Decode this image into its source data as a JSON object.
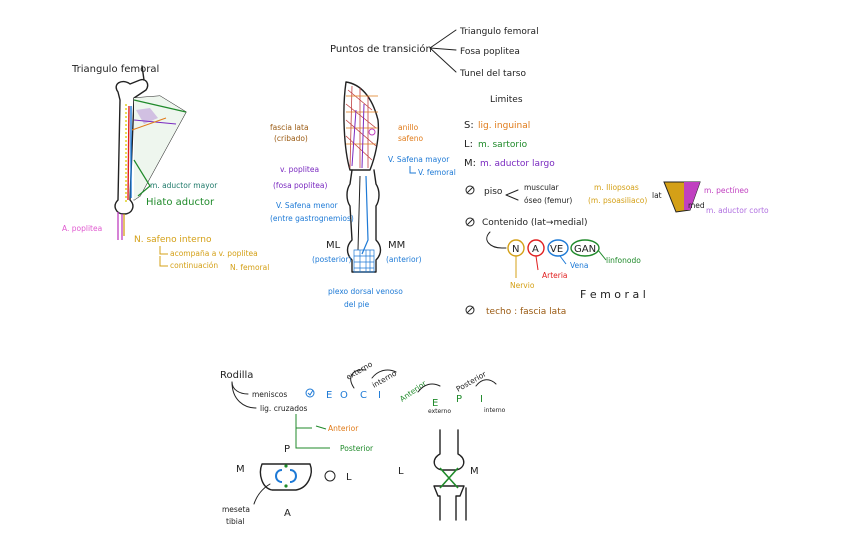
{
  "colors": {
    "ink": "#222222",
    "orange": "#e07b1a",
    "brown": "#9a5a12",
    "green": "#1f8a2a",
    "teal": "#1f7a6a",
    "purple": "#7a2ac0",
    "blue": "#1e7ad6",
    "red": "#e02020",
    "yellow": "#d4a017",
    "pink": "#e05ad0",
    "magenta": "#c040c0",
    "violet": "#b070e0"
  },
  "femoral": {
    "title": "Triangulo femoral",
    "aductor_mayor": "m. aductor mayor",
    "hiato": "Hiato aductor",
    "a_poplitea": "A. poplitea",
    "n_safeno": "N. safeno interno",
    "acompana": "acompaña a v. poplitea",
    "continuacion": "continuación",
    "n_femoral": "N. femoral"
  },
  "leg": {
    "fascia_lata": "fascia lata",
    "cribado": "(cribado)",
    "anillo": "anillo",
    "safeno": "safeno",
    "v_poplitea": "v. poplitea",
    "fosa": "(fosa poplitea)",
    "v_safena_mayor": "V. Safena mayor",
    "v_femoral": "V. femoral",
    "v_safena_menor": "V. Safena menor",
    "entre_gastro": "(entre gastrognemios)",
    "ml": "ML",
    "posterior": "(posterior)",
    "mm": "MM",
    "anterior": "(anterior)",
    "plexo_1": "plexo dorsal venoso",
    "plexo_2": "del pie"
  },
  "transicion": {
    "title": "Puntos de transición",
    "items": [
      "Triangulo femoral",
      "Fosa poplitea",
      "Tunel del tarso"
    ]
  },
  "limites": {
    "title": "Limites",
    "s_key": "S:",
    "s_val": "lig. inguinal",
    "l_key": "L:",
    "l_val": "m. sartorio",
    "m_key": "M:",
    "m_val": "m. aductor largo",
    "piso": "piso",
    "muscular": "muscular",
    "oseo": "óseo (femur)",
    "iliopsoas": "m. Iliopsoas",
    "psoasiliaco": "(m. psoasiliaco)",
    "lat": "lat",
    "med": "med",
    "pectineo": "m. pectíneo",
    "aductor_corto": "m. aductor corto",
    "contenido": "Contenido (lat→medial)",
    "nave": [
      "N",
      "A",
      "VE",
      "GAN"
    ],
    "nervio": "Nervio",
    "arteria": "Arteria",
    "vena": "Vena",
    "linfonodo": "linfonodo",
    "femoral_word": "F e m o r a l",
    "techo": "techo : fascia lata"
  },
  "rodilla": {
    "title": "Rodilla",
    "meniscos": "meniscos",
    "lig_cruzados": "lig. cruzados",
    "eoci": [
      "E",
      "O",
      "C",
      "I"
    ],
    "externo": "externo",
    "interno": "interno",
    "anterior_lbl": "Anterior",
    "posterior_lbl": "Posterior",
    "anterior_h": "Anterior",
    "posterior_h": "Posterior",
    "epi": [
      "E",
      "P",
      "I"
    ],
    "externo2": "externo",
    "interno2": "interno",
    "p": "P",
    "m": "M",
    "l": "L",
    "a": "A",
    "l2": "L",
    "m2": "M",
    "meseta_1": "meseta",
    "meseta_2": "tibial"
  }
}
